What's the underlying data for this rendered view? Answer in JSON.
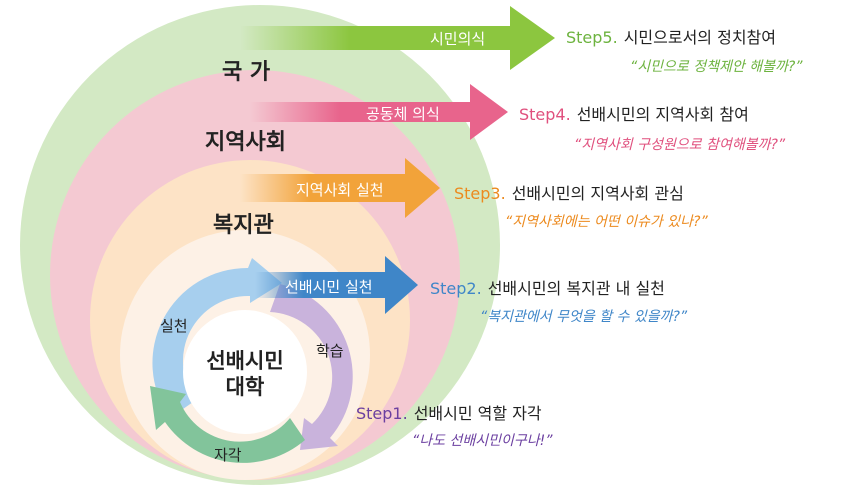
{
  "levels": {
    "nation": "국 가",
    "community": "지역사회",
    "welfare_center": "복지관"
  },
  "center": {
    "line1": "선배시민",
    "line2": "대학"
  },
  "cycle": {
    "practice": "실천",
    "learning": "학습",
    "awareness": "자각"
  },
  "arrows": [
    {
      "label": "시민의식",
      "color": "#8cc63f"
    },
    {
      "label": "공동체 의식",
      "color": "#e8648c"
    },
    {
      "label": "지역사회 실천",
      "color": "#f2a33a"
    },
    {
      "label": "선배시민 실천",
      "color": "#3f86c8"
    }
  ],
  "steps": [
    {
      "num": "Step5.",
      "text": "시민으로서의 정치참여",
      "quote": "“시민으로 정책제안 해볼까?”",
      "color": "#6db33f"
    },
    {
      "num": "Step4.",
      "text": "선배시민의 지역사회 참여",
      "quote": "“지역사회 구성원으로 참여해볼까?”",
      "color": "#e0507e"
    },
    {
      "num": "Step3.",
      "text": "선배시민의 지역사회 관심",
      "quote": "“지역사회에는 어떤 이슈가 있나?”",
      "color": "#ec8a1e"
    },
    {
      "num": "Step2.",
      "text": "선배시민의 복지관 내 실천",
      "quote": "“복지관에서 무엇을 할 수 있을까?”",
      "color": "#3f86c8"
    },
    {
      "num": "Step1.",
      "text": "선배시민 역할 자각",
      "quote": "“나도 선배시민이구나!”",
      "color": "#6b3fa0"
    }
  ]
}
